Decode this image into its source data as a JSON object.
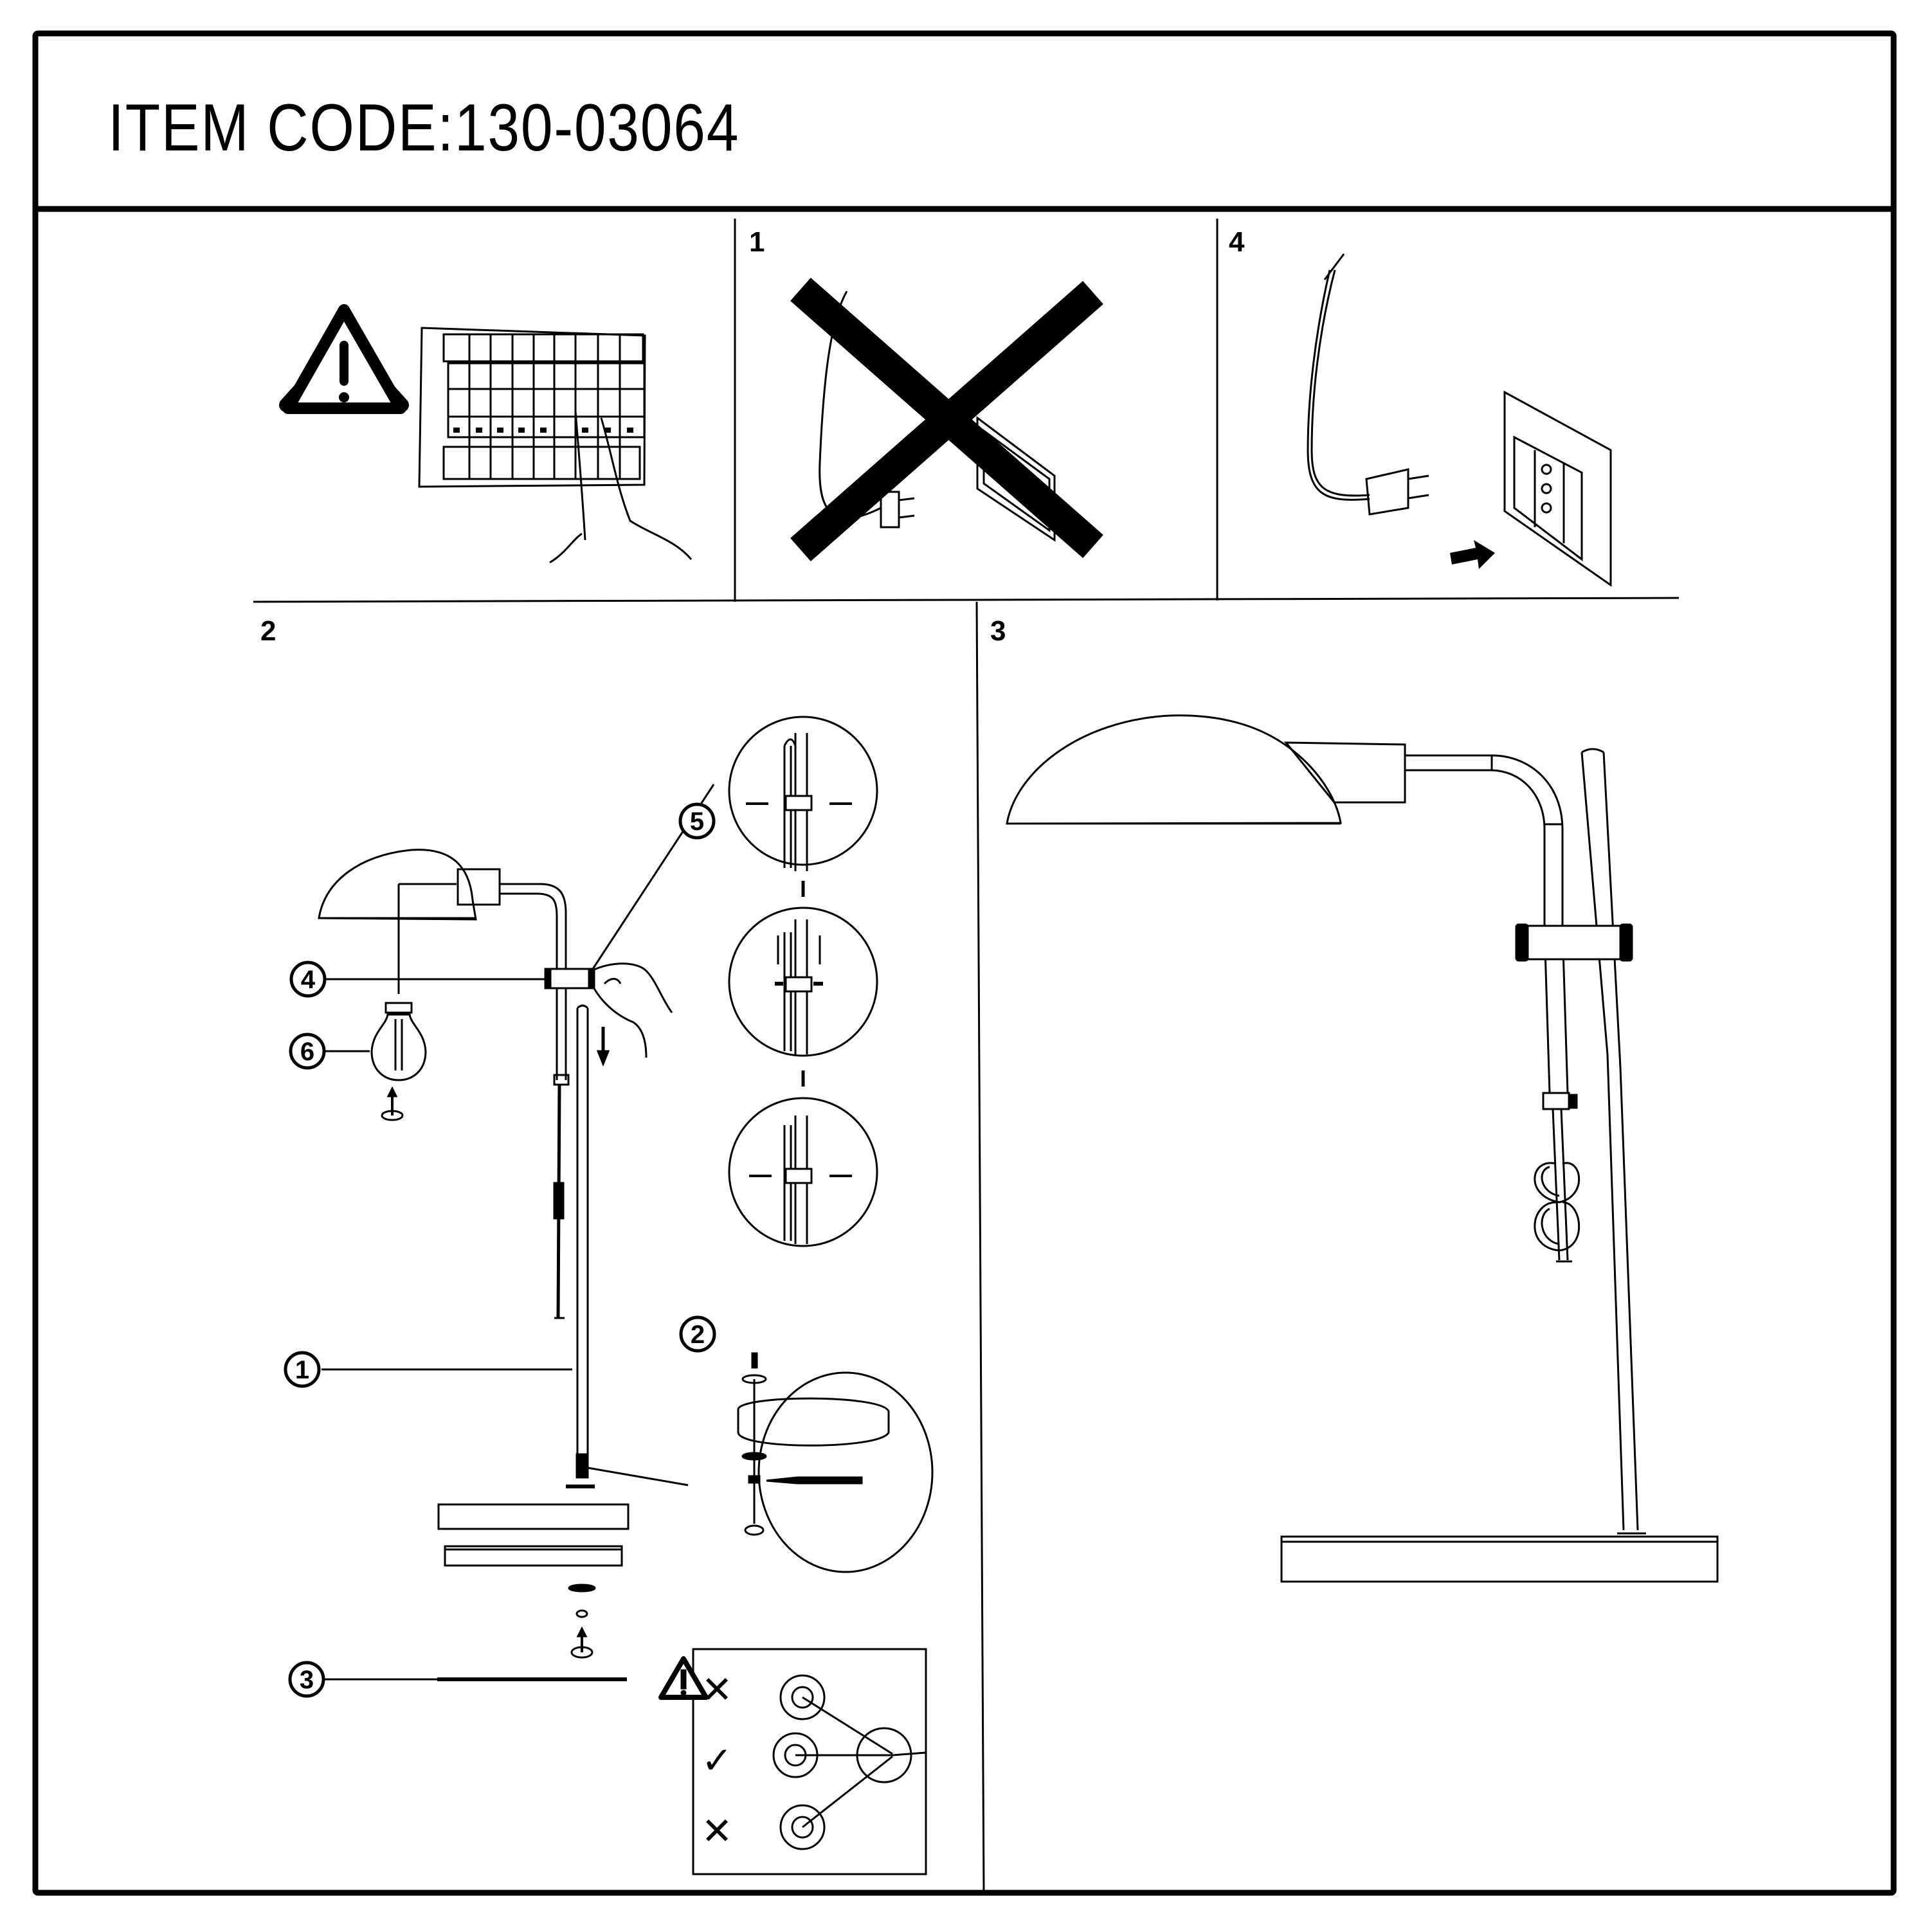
{
  "header": {
    "title": "ITEM CODE:130-03064"
  },
  "panels": {
    "warning": {
      "description": "Switch off power at the circuit breaker panel",
      "icon": "warning-triangle-icon"
    },
    "step1": {
      "label": "1",
      "description": "Do not plug into outlet (crossed out)"
    },
    "step4": {
      "label": "4",
      "description": "Insert plug into wall outlet",
      "arrow": "arrow-right"
    },
    "step2": {
      "label": "2",
      "callouts": [
        {
          "num": "1",
          "part": "pole"
        },
        {
          "num": "2",
          "part": "base fixing detail"
        },
        {
          "num": "3",
          "part": "base plate"
        },
        {
          "num": "4",
          "part": "clamp"
        },
        {
          "num": "5",
          "part": "clamp adjustment detail"
        },
        {
          "num": "6",
          "part": "bulb"
        }
      ],
      "cable_check": {
        "rows": [
          "✕",
          "✓",
          "✕"
        ]
      }
    },
    "step3": {
      "label": "3",
      "description": "Assembled lamp"
    }
  },
  "colors": {
    "ink": "#000000",
    "paper": "#ffffff"
  }
}
